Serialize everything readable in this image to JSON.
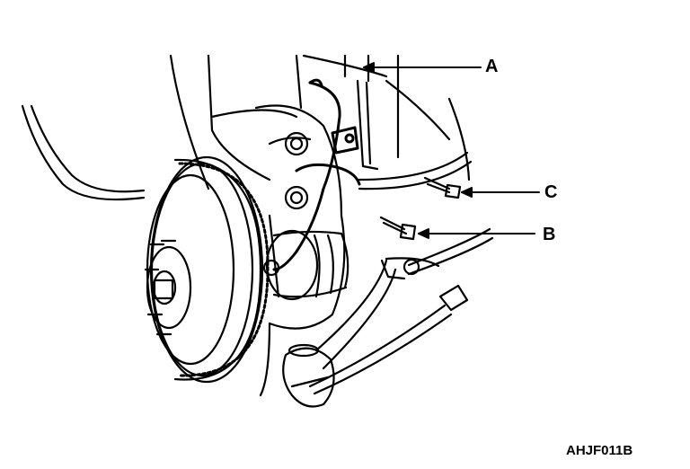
{
  "callouts": {
    "a": "A",
    "b": "B",
    "c": "C"
  },
  "figure_code": "AHJF011B",
  "colors": {
    "ink": "#000000",
    "paper": "#ffffff"
  }
}
